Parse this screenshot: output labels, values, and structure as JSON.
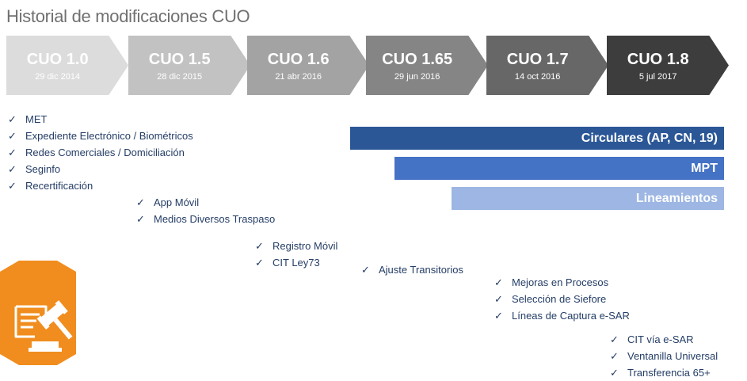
{
  "title": "Historial de modificaciones CUO",
  "versions": [
    {
      "name": "CUO 1.0",
      "date": "29 dic 2014",
      "color": "#dcdcdc"
    },
    {
      "name": "CUO 1.5",
      "date": "28 dic 2015",
      "color": "#c2c2c2"
    },
    {
      "name": "CUO 1.6",
      "date": "21 abr 2016",
      "color": "#a3a3a3"
    },
    {
      "name": "CUO 1.65",
      "date": "29 jun 2016",
      "color": "#858585"
    },
    {
      "name": "CUO 1.7",
      "date": "14 oct 2016",
      "color": "#676767"
    },
    {
      "name": "CUO 1.8",
      "date": "5 jul 2017",
      "color": "#3d3d3d"
    }
  ],
  "bars": [
    {
      "label": "Circulares (AP, CN, 19)",
      "color": "#2b5797"
    },
    {
      "label": "MPT",
      "color": "#4472c4"
    },
    {
      "label": "Lineamientos",
      "color": "#9db6e3"
    }
  ],
  "groups": [
    {
      "items": [
        "MET",
        "Expediente Electrónico / Biométricos",
        "Redes Comerciales / Domiciliación",
        "Seginfo",
        "Recertificación"
      ]
    },
    {
      "items": [
        "App Móvil",
        "Medios Diversos Traspaso"
      ]
    },
    {
      "items": [
        "Registro Móvil",
        "CIT Ley73"
      ]
    },
    {
      "items": [
        "Ajuste Transitorios"
      ]
    },
    {
      "items": [
        "Mejoras en Procesos",
        "Selección de Siefore",
        "Líneas de Captura e-SAR"
      ]
    },
    {
      "items": [
        "CIT vía e-SAR",
        "Ventanilla Universal",
        "Transferencia 65+"
      ]
    }
  ],
  "check_glyph": "✓",
  "icon": "gavel-document-icon",
  "icon_color": "#f08d1e"
}
